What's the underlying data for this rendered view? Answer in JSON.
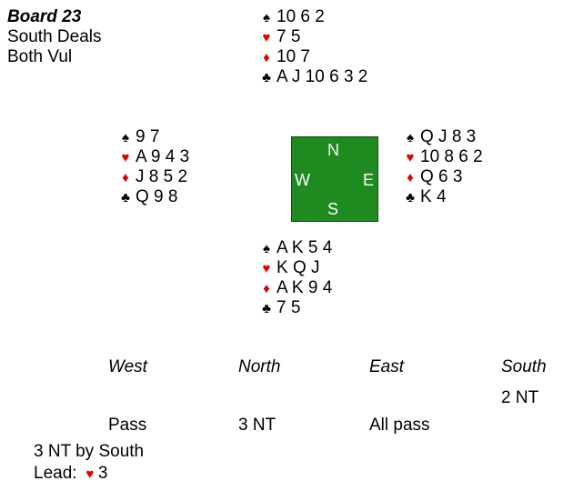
{
  "board": {
    "title": "Board 23",
    "dealer": "South Deals",
    "vulnerability": "Both Vul"
  },
  "suits": {
    "spade": "♠",
    "heart": "♥",
    "diamond": "♦",
    "club": "♣"
  },
  "colors": {
    "red_suit": "#e00000",
    "table_green": "#1f8a1f"
  },
  "hands": {
    "north": {
      "spades": "10 6 2",
      "hearts": "7 5",
      "diamonds": "10 7",
      "clubs": "A J 10 6 3 2"
    },
    "west": {
      "spades": "9 7",
      "hearts": "A 9 4 3",
      "diamonds": "J 8 5 2",
      "clubs": "Q 9 8"
    },
    "east": {
      "spades": "Q J 8 3",
      "hearts": "10 8 6 2",
      "diamonds": "Q 6 3",
      "clubs": "K 4"
    },
    "south": {
      "spades": "A K 5 4",
      "hearts": "K Q J",
      "diamonds": "A K 9 4",
      "clubs": "7 5"
    }
  },
  "compass": {
    "north": "N",
    "west": "W",
    "east": "E",
    "south": "S"
  },
  "auction": {
    "headers": [
      "West",
      "North",
      "East",
      "South"
    ],
    "row1": {
      "south": "2 NT"
    },
    "row2": {
      "west": "Pass",
      "north": "3 NT",
      "east": "All pass"
    }
  },
  "contract": "3 NT by South",
  "lead": {
    "label": "Lead:",
    "card": "3"
  }
}
